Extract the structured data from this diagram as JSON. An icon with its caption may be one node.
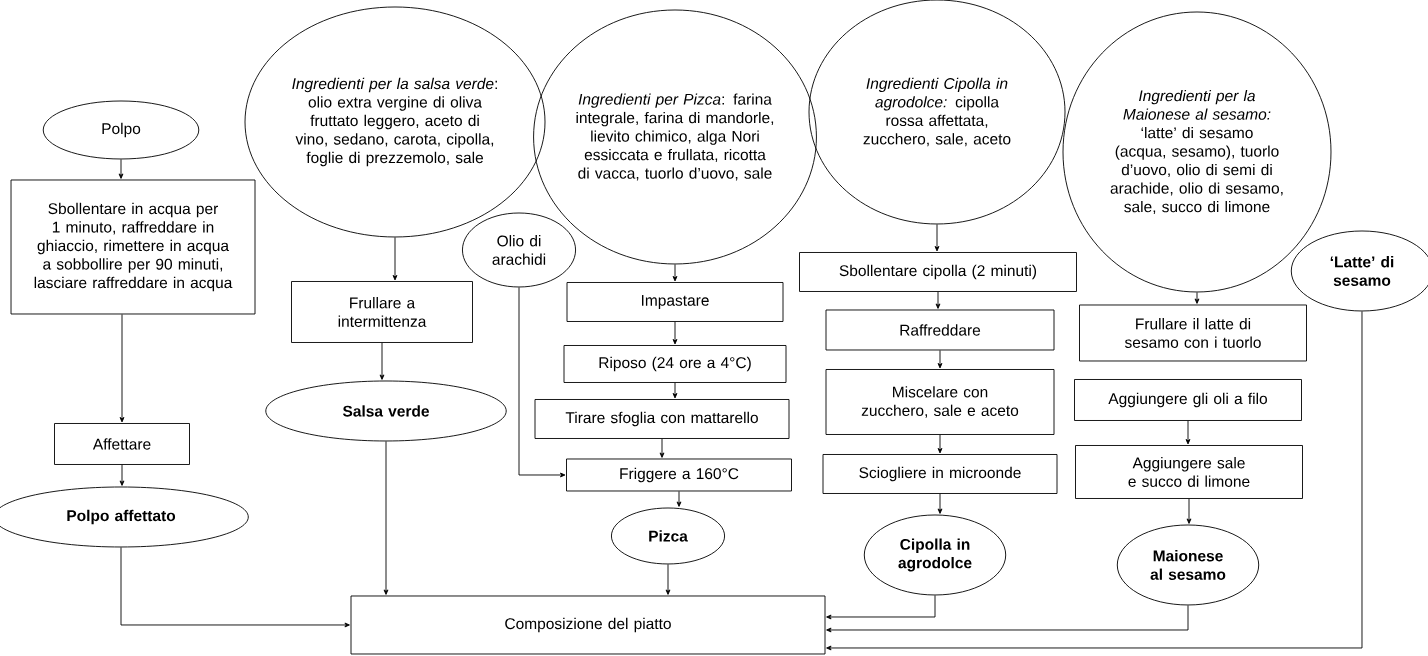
{
  "diagram": {
    "nodes": [
      {
        "text": [
          "Polpo"
        ]
      },
      {
        "text": [
          "Sbollentare in acqua per 1 minuto, raffreddare in ghiaccio, rimettere in acqua a sobbollire per 90 minuti, lasciare raffreddare in acqua"
        ]
      },
      {
        "text": [
          "Affettare"
        ]
      },
      {
        "text": [
          "Polpo affettato"
        ]
      },
      {
        "text": [
          "*Ingredienti per la salsa verde*: olio extra vergine di oliva fruttato leggero, aceto di vino, sedano, carota, cipolla, foglie di prezzemolo, sale"
        ]
      },
      {
        "text": [
          "Frullare a intermittenza"
        ]
      },
      {
        "text": [
          "Salsa verde"
        ]
      },
      {
        "text": [
          "Olio di arachidi"
        ]
      },
      {
        "text": [
          "*Ingredienti per Pizca*: farina integrale, farina di mandorle, lievito chimico,  alga Nori essiccata e frullata, ricotta di vacca, tuorlo d’uovo, sale"
        ]
      },
      {
        "text": [
          "Impastare"
        ]
      },
      {
        "text": [
          "Riposo (24 ore a 4°C)"
        ]
      },
      {
        "text": [
          "Tirare sfoglia con mattarello"
        ]
      },
      {
        "text": [
          "Friggere a 160°C"
        ]
      },
      {
        "text": [
          "Pizca"
        ]
      },
      {
        "text": [
          "*Ingredienti Cipolla in agrodolce:* cipolla rossa affettata, zucchero, sale, aceto"
        ]
      },
      {
        "text": [
          "Sbollentare cipolla (2 minuti)"
        ]
      },
      {
        "text": [
          "Raffreddare"
        ]
      },
      {
        "text": [
          "Miscelare con zucchero, sale e aceto"
        ]
      },
      {
        "text": [
          "Sciogliere in microonde"
        ]
      },
      {
        "text": [
          "Cipolla in agrodolce"
        ]
      },
      {
        "text": [
          "*Ingredienti per la Maionese al sesamo:* ‘latte’ di sesamo (acqua, sesamo), tuorlo d’uovo, olio di semi di arachide, olio di sesamo, sale, succo di limone"
        ]
      },
      {
        "text": [
          "Frullare il latte di sesamo con i tuorlo"
        ]
      },
      {
        "text": [
          "Aggiungere gli oli a filo"
        ]
      },
      {
        "text": [
          "Aggiungere sale e succo di limone"
        ]
      },
      {
        "text": [
          "Maionese al  sesamo"
        ]
      },
      {
        "text": [
          "‘Latte’ di sesamo"
        ]
      },
      {
        "text": [
          "Composizione del piatto"
        ]
      }
    ],
    "edges": [
      {
        "from": 0,
        "to": 1,
        "arrow": "to"
      },
      {
        "from": 1,
        "to": 2,
        "arrow": "to"
      },
      {
        "from": 2,
        "to": 3,
        "arrow": "to"
      },
      {
        "from": 3,
        "to": 26,
        "arrow": "to"
      },
      {
        "from": 4,
        "to": 5,
        "arrow": "to"
      },
      {
        "from": 5,
        "to": 6,
        "arrow": "to"
      },
      {
        "from": 6,
        "to": 26,
        "arrow": "to"
      },
      {
        "from": 7,
        "to": 12,
        "arrow": "to"
      },
      {
        "from": 8,
        "to": 9,
        "arrow": "to"
      },
      {
        "from": 9,
        "to": 10,
        "arrow": "to"
      },
      {
        "from": 10,
        "to": 11,
        "arrow": "to"
      },
      {
        "from": 11,
        "to": 12,
        "arrow": "to"
      },
      {
        "from": 12,
        "to": 13,
        "arrow": "to"
      },
      {
        "from": 13,
        "to": 26,
        "arrow": "to"
      },
      {
        "from": 14,
        "to": 15,
        "arrow": "to"
      },
      {
        "from": 15,
        "to": 16,
        "arrow": "to"
      },
      {
        "from": 16,
        "to": 17,
        "arrow": "to"
      },
      {
        "from": 17,
        "to": 18,
        "arrow": "to"
      },
      {
        "from": 18,
        "to": 19,
        "arrow": "to"
      },
      {
        "from": 19,
        "to": 26,
        "arrow": "to"
      },
      {
        "from": 20,
        "to": 21,
        "arrow": "to"
      },
      {
        "from": 22,
        "to": 23,
        "arrow": "to"
      },
      {
        "from": 23,
        "to": 24,
        "arrow": "to"
      },
      {
        "from": 24,
        "to": 26,
        "arrow": "to"
      },
      {
        "from": 25,
        "to": 26,
        "arrow": "to"
      }
    ]
  }
}
